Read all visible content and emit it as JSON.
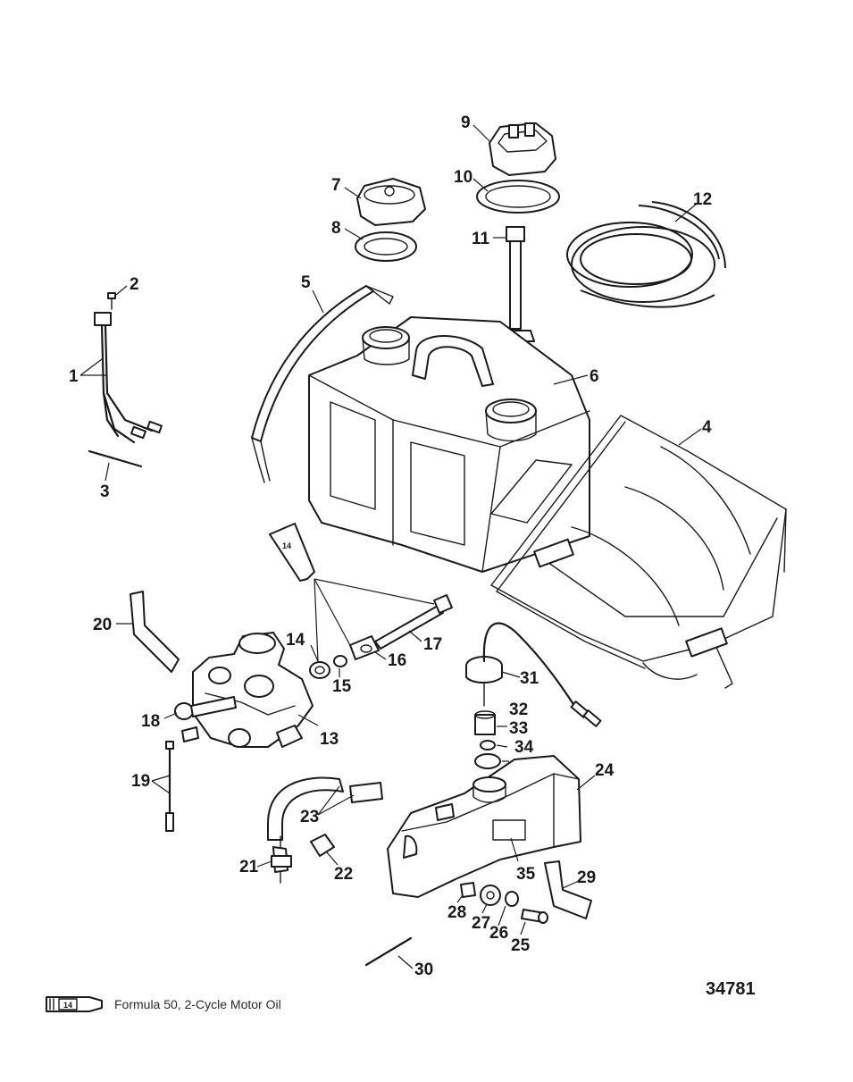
{
  "figure_number": "34781",
  "callouts": [
    "1",
    "2",
    "3",
    "4",
    "5",
    "6",
    "7",
    "8",
    "9",
    "10",
    "11",
    "12",
    "13",
    "14",
    "15",
    "16",
    "17",
    "18",
    "19",
    "20",
    "21",
    "22",
    "23",
    "24",
    "25",
    "26",
    "27",
    "28",
    "29",
    "30",
    "31",
    "32",
    "33",
    "34",
    "35"
  ],
  "lubricant_tube": {
    "reference": "14"
  },
  "legend": {
    "reference": "14",
    "text": "Formula 50, 2-Cycle Motor Oil"
  }
}
